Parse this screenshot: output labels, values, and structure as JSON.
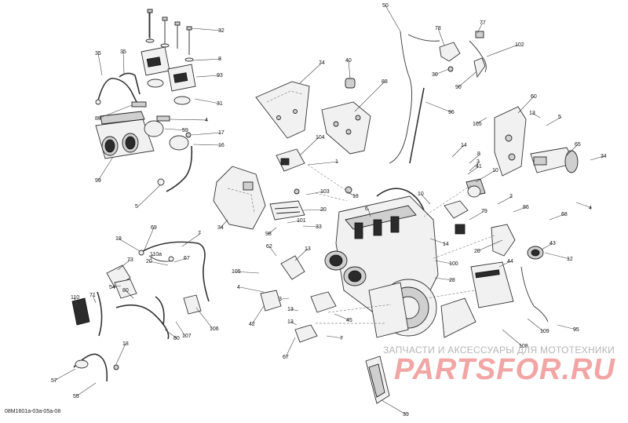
{
  "diagram": {
    "document_id": "08M1601a-03a-05a-08",
    "watermark": {
      "tagline": "ЗАПЧАСТИ И АКСЕССУАРЫ ДЛЯ МОТОТЕХНИКИ",
      "logo": "PARTSFOR.RU"
    },
    "callouts": [
      "50",
      "77",
      "78",
      "32",
      "102",
      "30",
      "90",
      "74",
      "40",
      "35",
      "35",
      "8",
      "88",
      "93",
      "96",
      "60",
      "89",
      "31",
      "105",
      "13",
      "5",
      "4",
      "59",
      "17",
      "16",
      "65",
      "99",
      "104",
      "14",
      "8",
      "3",
      "34",
      "1",
      "10",
      "41",
      "5",
      "18",
      "103",
      "10",
      "2",
      "6",
      "20",
      "86",
      "34",
      "79",
      "68",
      "4",
      "98",
      "101",
      "33",
      "14",
      "20",
      "43",
      "7",
      "69",
      "110a",
      "62",
      "13",
      "44",
      "12",
      "67",
      "19",
      "20",
      "105",
      "73",
      "100",
      "28",
      "54",
      "4",
      "110",
      "71",
      "80",
      "3",
      "42",
      "13",
      "45",
      "106",
      "107",
      "109",
      "95",
      "80",
      "13",
      "7",
      "18",
      "108",
      "57",
      "67",
      "55",
      "39"
    ]
  }
}
